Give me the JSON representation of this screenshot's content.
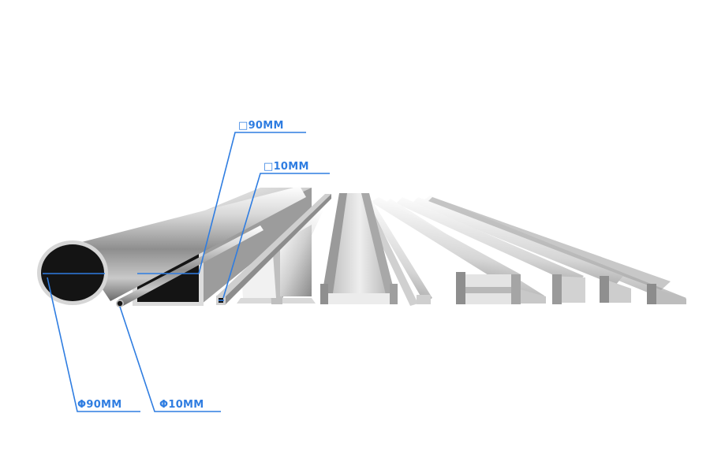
{
  "labels": {
    "square_large": "□90MM",
    "square_small": "□10MM",
    "round_large": "Φ90MM",
    "round_small": "Φ10MM"
  },
  "colors": {
    "accent": "#2f7de1",
    "profile_face": "#111111",
    "metal_light": "#f2f2f2",
    "metal_mid": "#c4c4c4",
    "metal_dark": "#7a7a7a"
  },
  "icons": {
    "profiles": [
      "round-tube-icon",
      "square-tube-icon",
      "small-round-rod-icon",
      "small-square-rod-icon",
      "t-bar-icon",
      "flat-bar-icon",
      "u-channel-icon",
      "h-beam-icon",
      "angle-bar-icon"
    ]
  }
}
